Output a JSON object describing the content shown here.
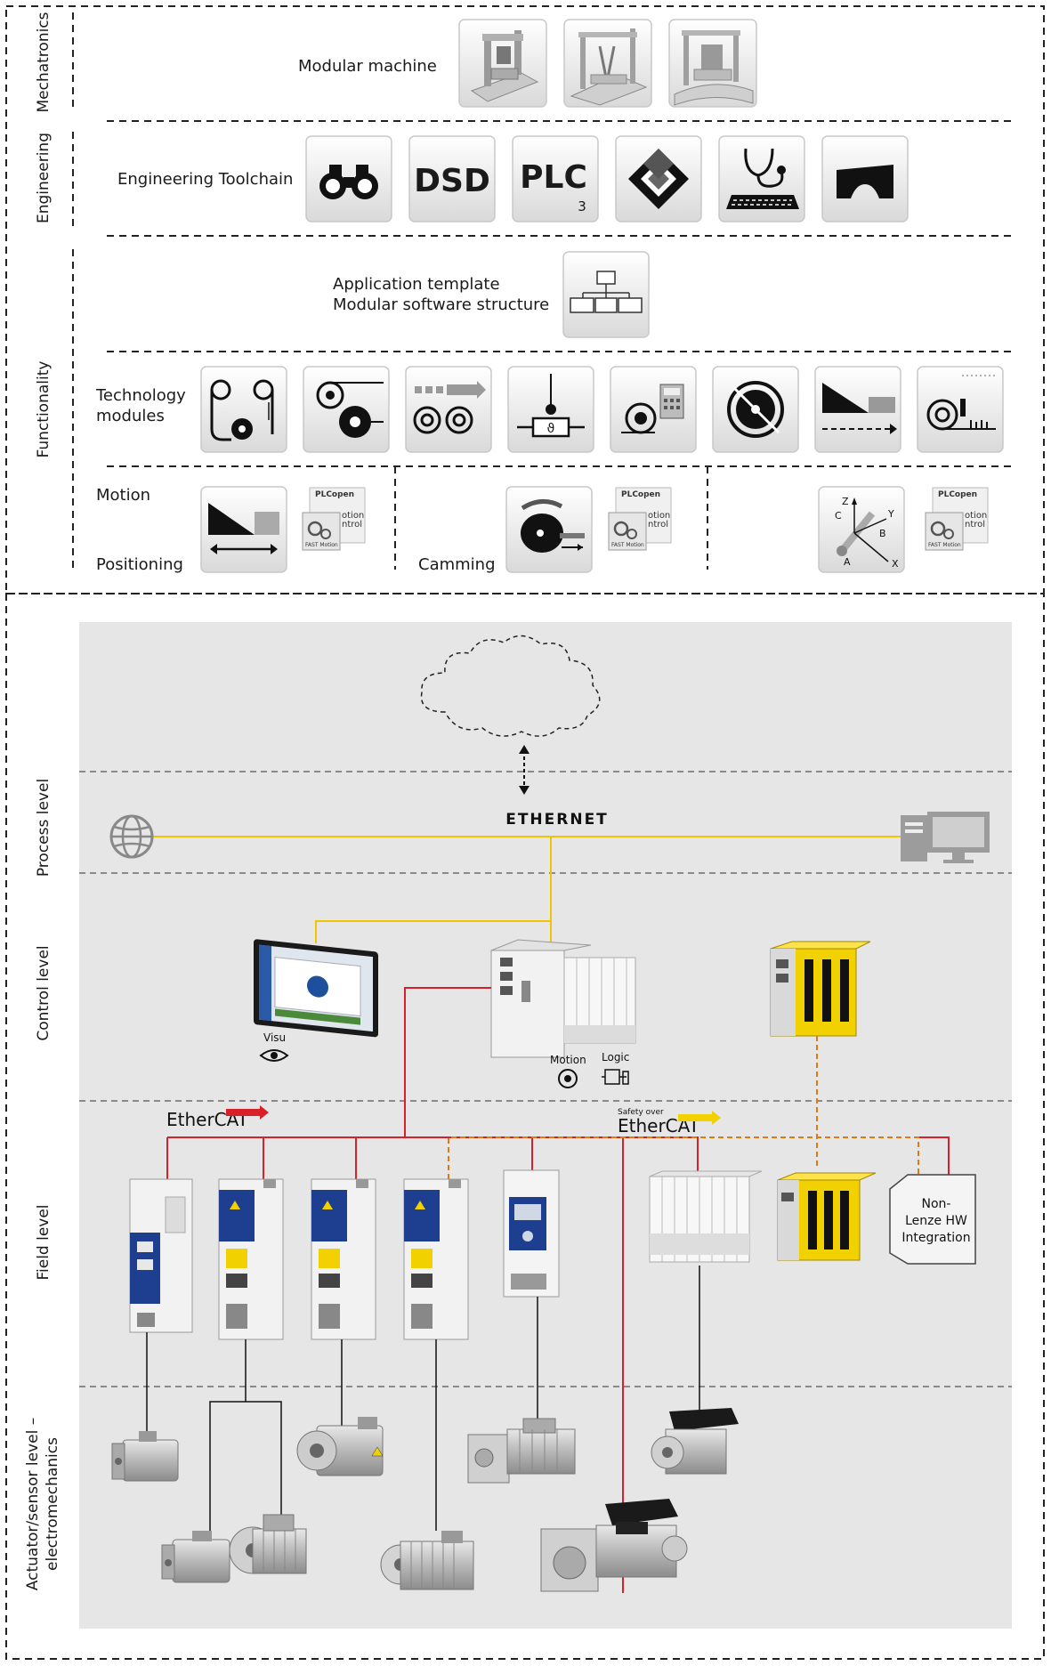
{
  "levels_top": {
    "mechatronics": "Mechatronics",
    "engineering": "Engineering",
    "functionality": "Functionality"
  },
  "rows": {
    "modular_machine": "Modular machine",
    "engineering_toolchain": "Engineering Toolchain",
    "application_template_line1": "Application template",
    "application_template_line2": "Modular software structure",
    "technology_modules_line1": "Technology",
    "technology_modules_line2": "modules",
    "motion": "Motion",
    "positioning": "Positioning",
    "camming": "Camming"
  },
  "tool_tiles": {
    "dsd": "DSD",
    "plc": "PLC",
    "plc_sub": "3"
  },
  "plcopen_badge": {
    "brand": "PLCopen",
    "text_line1": "otion",
    "text_line2": "ntrol",
    "footer": "FAST Motion"
  },
  "robot_axes": [
    "Z",
    "Y",
    "C",
    "B",
    "A",
    "X"
  ],
  "levels_bottom": {
    "process": "Process level",
    "control": "Control level",
    "field": "Field level",
    "actuator_line1": "Actuator/sensor level –",
    "actuator_line2": "electromechanics"
  },
  "network": {
    "ethernet": "ETHERNET",
    "ethercat": "EtherCAT",
    "safety_over": "Safety over",
    "ethercat_safety": "EtherCAT"
  },
  "control_labels": {
    "visu": "Visu",
    "motion": "Motion",
    "logic": "Logic"
  },
  "non_lenze": {
    "line1": "Non-",
    "line2": "Lenze HW",
    "line3": "Integration"
  },
  "colors": {
    "ethernet_line": "#f2c400",
    "ethercat_line": "#d9202a",
    "safety_line": "#e07a10",
    "panel_bg": "#e6e6e6",
    "lenze_blue": "#1e3f8f",
    "safety_yellow": "#f2d100"
  }
}
